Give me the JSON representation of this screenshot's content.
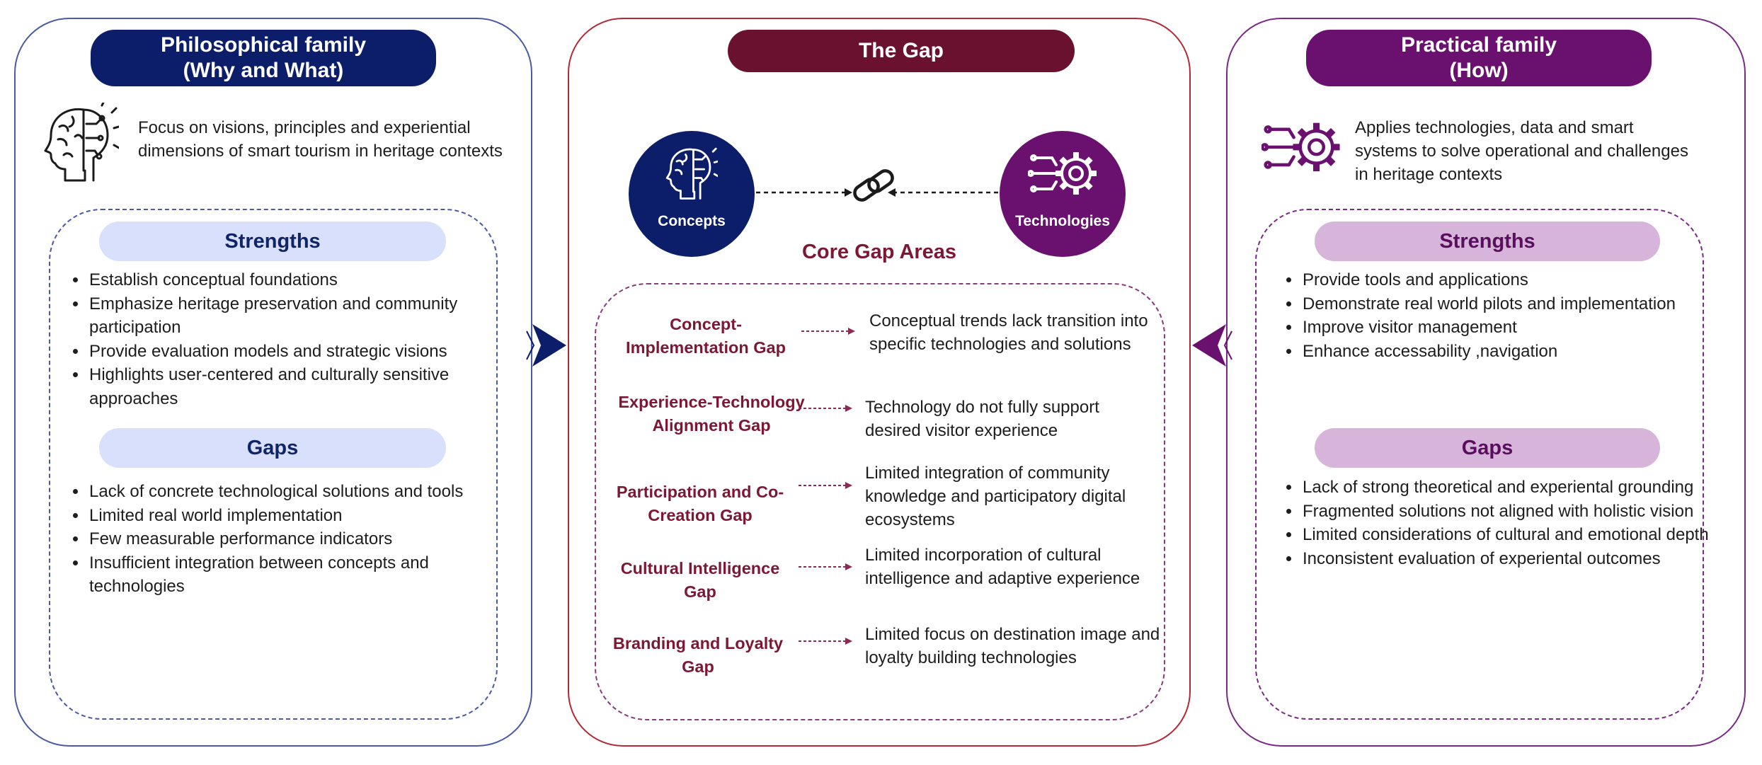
{
  "colors": {
    "philosophical": "#0c1e6a",
    "gap": "#6b1130",
    "practical": "#6a1170",
    "strengths_bg_left": "#d9e0fb",
    "strengths_bg_right": "#d7b4d9"
  },
  "philosophical": {
    "title_line1": "Philosophical family",
    "title_line2": "(Why and What)",
    "intro": "Focus on visions, principles and experiential dimensions of smart tourism in heritage contexts",
    "strengths_label": "Strengths",
    "strengths": [
      "Establish conceptual foundations",
      "Emphasize heritage preservation and community participation",
      "Provide evaluation models and strategic visions",
      "Highlights user-centered and culturally sensitive approaches"
    ],
    "gaps_label": "Gaps",
    "gaps": [
      "Lack of concrete technological solutions and tools",
      "Limited real world implementation",
      "Few measurable performance indicators",
      "Insufficient integration between concepts and technologies"
    ]
  },
  "gap": {
    "title": "The Gap",
    "concepts_label": "Concepts",
    "technologies_label": "Technologies",
    "core_title": "Core Gap Areas",
    "areas": [
      {
        "name": "Concept-Implementation Gap",
        "desc": "Conceptual trends lack transition into specific technologies and solutions"
      },
      {
        "name": "Experience-Technology Alignment Gap",
        "desc": "Technology do not fully support desired visitor experience"
      },
      {
        "name": "Participation and Co-Creation Gap",
        "desc": "Limited integration of community knowledge and participatory digital ecosystems"
      },
      {
        "name": "Cultural Intelligence Gap",
        "desc": "Limited incorporation of cultural intelligence and adaptive experience"
      },
      {
        "name": "Branding and Loyalty Gap",
        "desc": "Limited focus on destination image and loyalty building technologies"
      }
    ]
  },
  "practical": {
    "title_line1": "Practical family",
    "title_line2": "(How)",
    "intro": "Applies technologies, data and smart systems to solve operational and challenges in heritage contexts",
    "strengths_label": "Strengths",
    "strengths": [
      "Provide tools and applications",
      "Demonstrate real world pilots and implementation",
      "Improve visitor management",
      "Enhance accessability ,navigation"
    ],
    "gaps_label": "Gaps",
    "gaps": [
      "Lack of strong theoretical and experiental grounding",
      "Fragmented solutions not aligned with holistic vision",
      "Limited considerations of cultural and emotional depth",
      "Inconsistent evaluation of experiental outcomes"
    ]
  }
}
